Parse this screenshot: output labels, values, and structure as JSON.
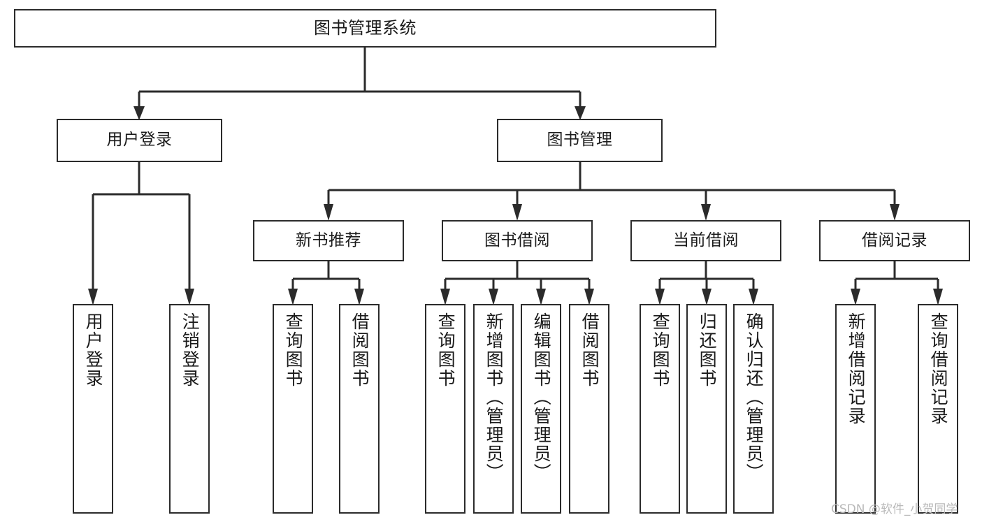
{
  "diagram": {
    "type": "tree",
    "title": "图书管理系统",
    "root": {
      "id": "root",
      "label": "图书管理系统"
    },
    "level2": [
      {
        "id": "user-login",
        "label": "用户登录"
      },
      {
        "id": "book-management",
        "label": "图书管理"
      }
    ],
    "level3": [
      {
        "id": "new-book-recommend",
        "label": "新书推荐",
        "parent": "book-management"
      },
      {
        "id": "book-borrow",
        "label": "图书借阅",
        "parent": "book-management"
      },
      {
        "id": "current-borrow",
        "label": "当前借阅",
        "parent": "book-management"
      },
      {
        "id": "borrow-record",
        "label": "借阅记录",
        "parent": "book-management"
      }
    ],
    "leaves": {
      "user_login": [
        {
          "id": "leaf-user-login",
          "label": "用户登录"
        },
        {
          "id": "leaf-logout",
          "label": "注销登录"
        }
      ],
      "new_book_recommend": [
        {
          "id": "leaf-query-book-1",
          "label": "查询图书"
        },
        {
          "id": "leaf-borrow-book-1",
          "label": "借阅图书"
        }
      ],
      "book_borrow": [
        {
          "id": "leaf-query-book-2",
          "label": "查询图书"
        },
        {
          "id": "leaf-add-book",
          "label": "新增图书（管理员）"
        },
        {
          "id": "leaf-edit-book",
          "label": "编辑图书（管理员）"
        },
        {
          "id": "leaf-borrow-book-2",
          "label": "借阅图书"
        }
      ],
      "current_borrow": [
        {
          "id": "leaf-query-book-3",
          "label": "查询图书"
        },
        {
          "id": "leaf-return-book",
          "label": "归还图书"
        },
        {
          "id": "leaf-confirm-return",
          "label": "确认归还（管理员）"
        }
      ],
      "borrow_record": [
        {
          "id": "leaf-add-record",
          "label": "新增借阅记录"
        },
        {
          "id": "leaf-query-record",
          "label": "查询借阅记录"
        }
      ]
    }
  },
  "watermark": {
    "text": "CSDN @软件_小贺同学"
  },
  "colors": {
    "stroke": "#2b2b2b",
    "fill": "#ffffff",
    "text": "#1a1a1a",
    "watermark": "#b9b9b9"
  }
}
